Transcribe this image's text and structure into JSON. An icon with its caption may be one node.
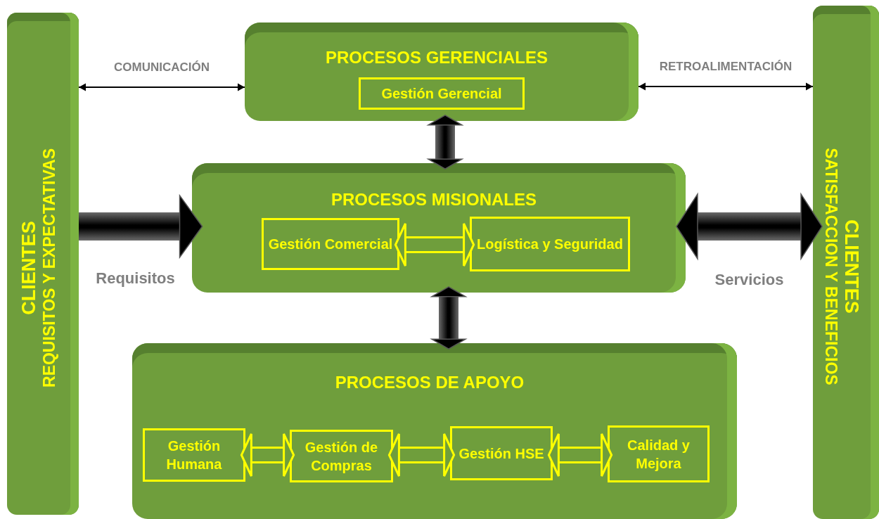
{
  "diagram": {
    "nodes": [
      {
        "text": [
          "CLIENTES",
          "REQUISITOS Y EXPECTATIVAS"
        ]
      },
      {
        "text": [
          "PROCESOS GERENCIALES"
        ]
      },
      {
        "text": [
          "Gestión Gerencial"
        ],
        "in": 1
      },
      {
        "text": [
          "PROCESOS MISIONALES"
        ]
      },
      {
        "text": [
          "Gestión Comercial"
        ],
        "in": 3
      },
      {
        "text": [
          "Logística y Seguridad"
        ],
        "in": 3
      },
      {
        "text": [
          "PROCESOS DE APOYO"
        ]
      },
      {
        "text": [
          "Gestión Humana"
        ],
        "in": 6
      },
      {
        "text": [
          "Gestión de Compras"
        ],
        "in": 6
      },
      {
        "text": [
          "Gestión HSE"
        ],
        "in": 6
      },
      {
        "text": [
          "Calidad y Mejora"
        ],
        "in": 6
      },
      {
        "text": [
          "CLIENTES",
          "SATISFACCION Y BENEFICIOS"
        ]
      }
    ],
    "edges": [
      {
        "from": 0,
        "to": 1,
        "arrow": "both",
        "label": "COMUNICACIÓN"
      },
      {
        "from": 1,
        "to": 11,
        "arrow": "both",
        "label": "RETROALIMENTACIÓN"
      },
      {
        "from": 0,
        "to": 3,
        "arrow": "to",
        "label": "Requisitos",
        "style": "thick"
      },
      {
        "from": 3,
        "to": 11,
        "arrow": "both",
        "label": "Servicios",
        "style": "thick"
      },
      {
        "from": 1,
        "to": 3,
        "arrow": "both",
        "style": "thick"
      },
      {
        "from": 3,
        "to": 6,
        "arrow": "both",
        "style": "thick"
      },
      {
        "from": 4,
        "to": 5,
        "arrow": "both",
        "style": "thick",
        "color": "#ffff00"
      },
      {
        "from": 7,
        "to": 8,
        "arrow": "both",
        "style": "thick",
        "color": "#ffff00"
      },
      {
        "from": 8,
        "to": 9,
        "arrow": "both",
        "style": "thick",
        "color": "#ffff00"
      },
      {
        "from": 9,
        "to": 10,
        "arrow": "both",
        "style": "thick",
        "color": "#ffff00"
      }
    ]
  }
}
